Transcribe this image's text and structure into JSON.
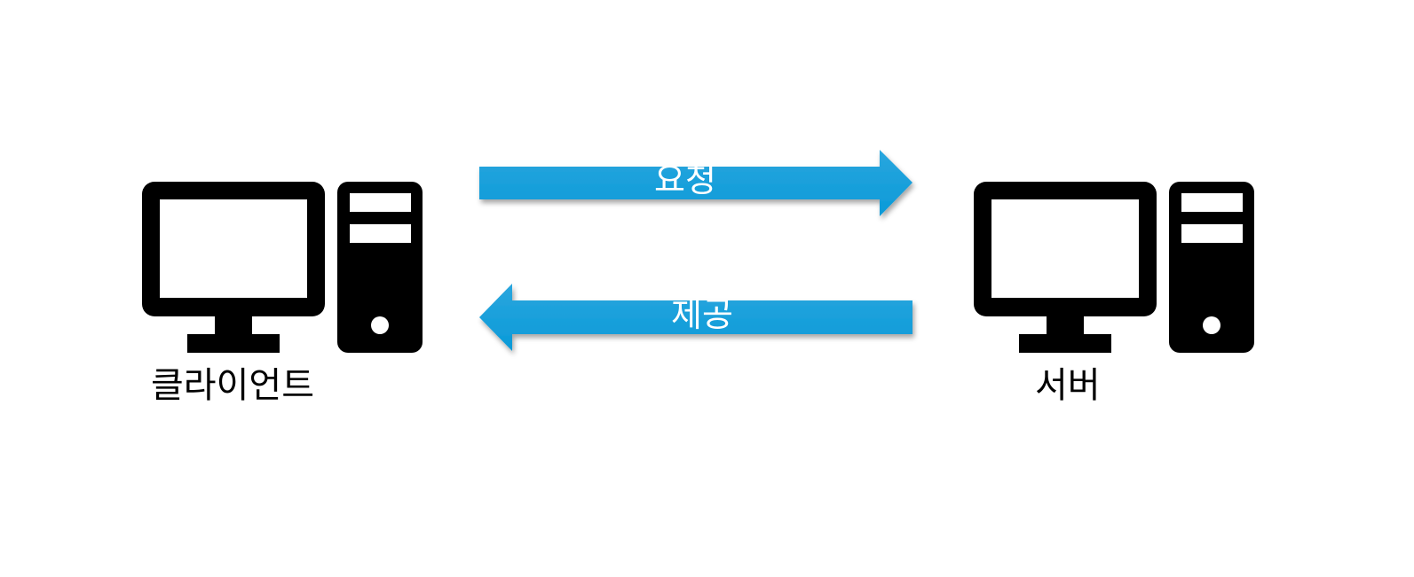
{
  "nodes": {
    "client": {
      "label": "클라이언트",
      "icon": "desktop-computer-icon"
    },
    "server": {
      "label": "서버",
      "icon": "desktop-computer-icon"
    }
  },
  "edges": {
    "request": {
      "label": "요청",
      "direction": "client-to-server"
    },
    "provide": {
      "label": "제공",
      "direction": "server-to-client"
    }
  },
  "colors": {
    "arrow_top": "#2aa6de",
    "arrow_bottom": "#0a9ad8",
    "icon": "#000000",
    "background": "#ffffff"
  }
}
